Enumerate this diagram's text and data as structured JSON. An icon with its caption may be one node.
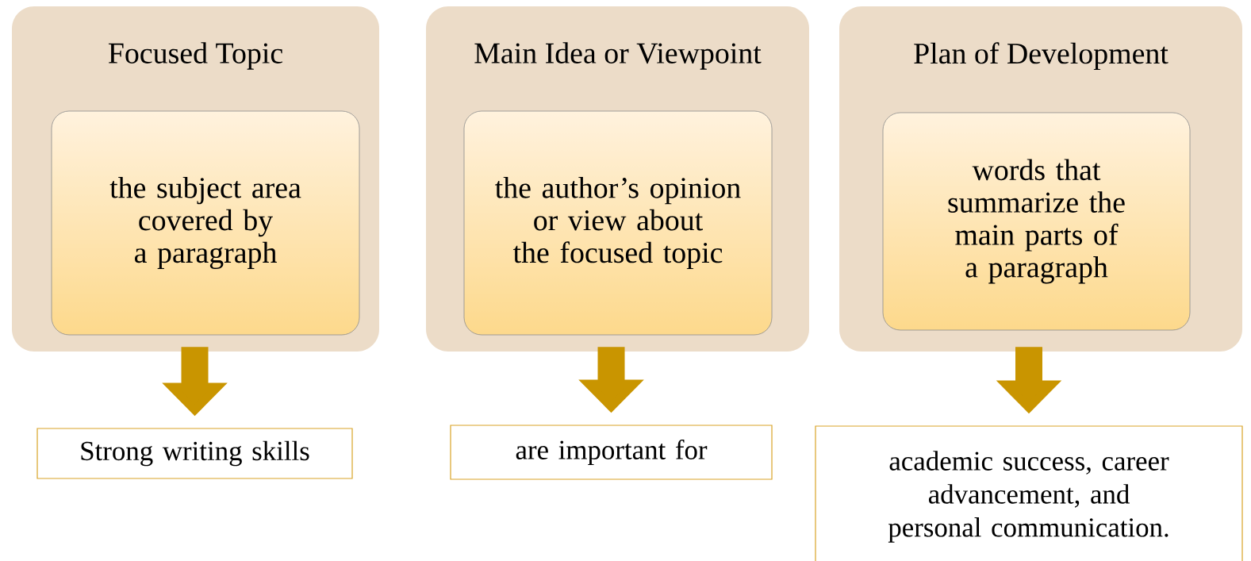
{
  "diagram": {
    "nodes": [
      {
        "text": [
          "Focused Topic"
        ]
      },
      {
        "text": [
          "the subject area covered by a paragraph"
        ],
        "in": 0
      },
      {
        "text": [
          "Main Idea or Viewpoint"
        ]
      },
      {
        "text": [
          "the author’s opinion or view about the focused topic"
        ],
        "in": 2
      },
      {
        "text": [
          "Plan of Development"
        ]
      },
      {
        "text": [
          "words that summarize the main parts of a paragraph"
        ],
        "in": 4
      },
      {
        "text": [
          "Strong writing skills"
        ]
      },
      {
        "text": [
          "are important for"
        ]
      },
      {
        "text": [
          "academic success, career advancement, and personal communication."
        ]
      }
    ],
    "edges": [
      {
        "from": 0,
        "to": 6,
        "arrow": "to"
      },
      {
        "from": 2,
        "to": 7,
        "arrow": "to"
      },
      {
        "from": 4,
        "to": 8,
        "arrow": "to"
      }
    ]
  }
}
